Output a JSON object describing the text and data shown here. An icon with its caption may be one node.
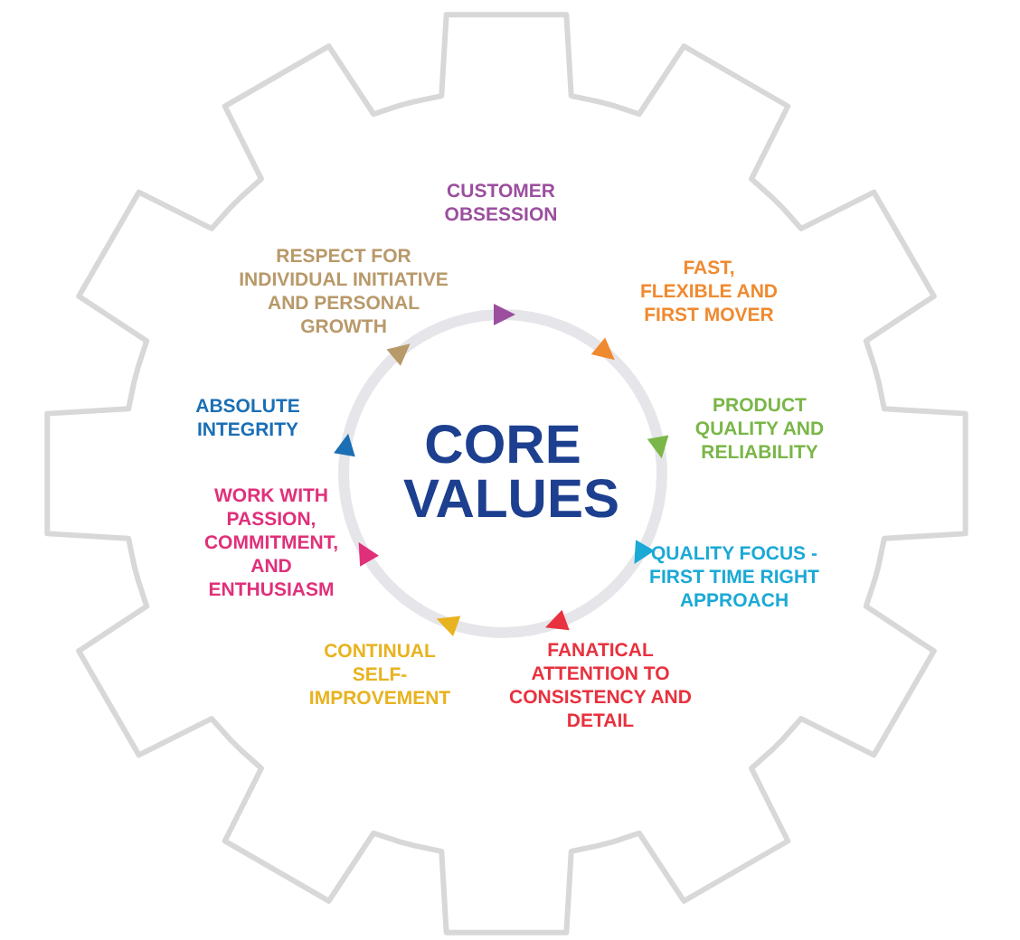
{
  "diagram": {
    "nodes": [
      {
        "text": [
          "CORE VALUES"
        ]
      }
    ],
    "labels": [
      "CUSTOMER OBSESSION",
      "FAST, FLEXIBLE AND FIRST MOVER",
      "PRODUCT QUALITY AND RELIABILITY",
      "QUALITY FOCUS - FIRST TIME RIGHT APPROACH",
      "FANATICAL ATTENTION TO CONSISTENCY AND DETAIL",
      "CONTINUAL SELF-IMPROVEMENT",
      "WORK WITH PASSION, COMMITMENT, AND ENTHUSIASM",
      "ABSOLUTE INTEGRITY",
      "RESPECT FOR INDIVIDUAL INITIATIVE AND PERSONAL GROWTH"
    ]
  }
}
